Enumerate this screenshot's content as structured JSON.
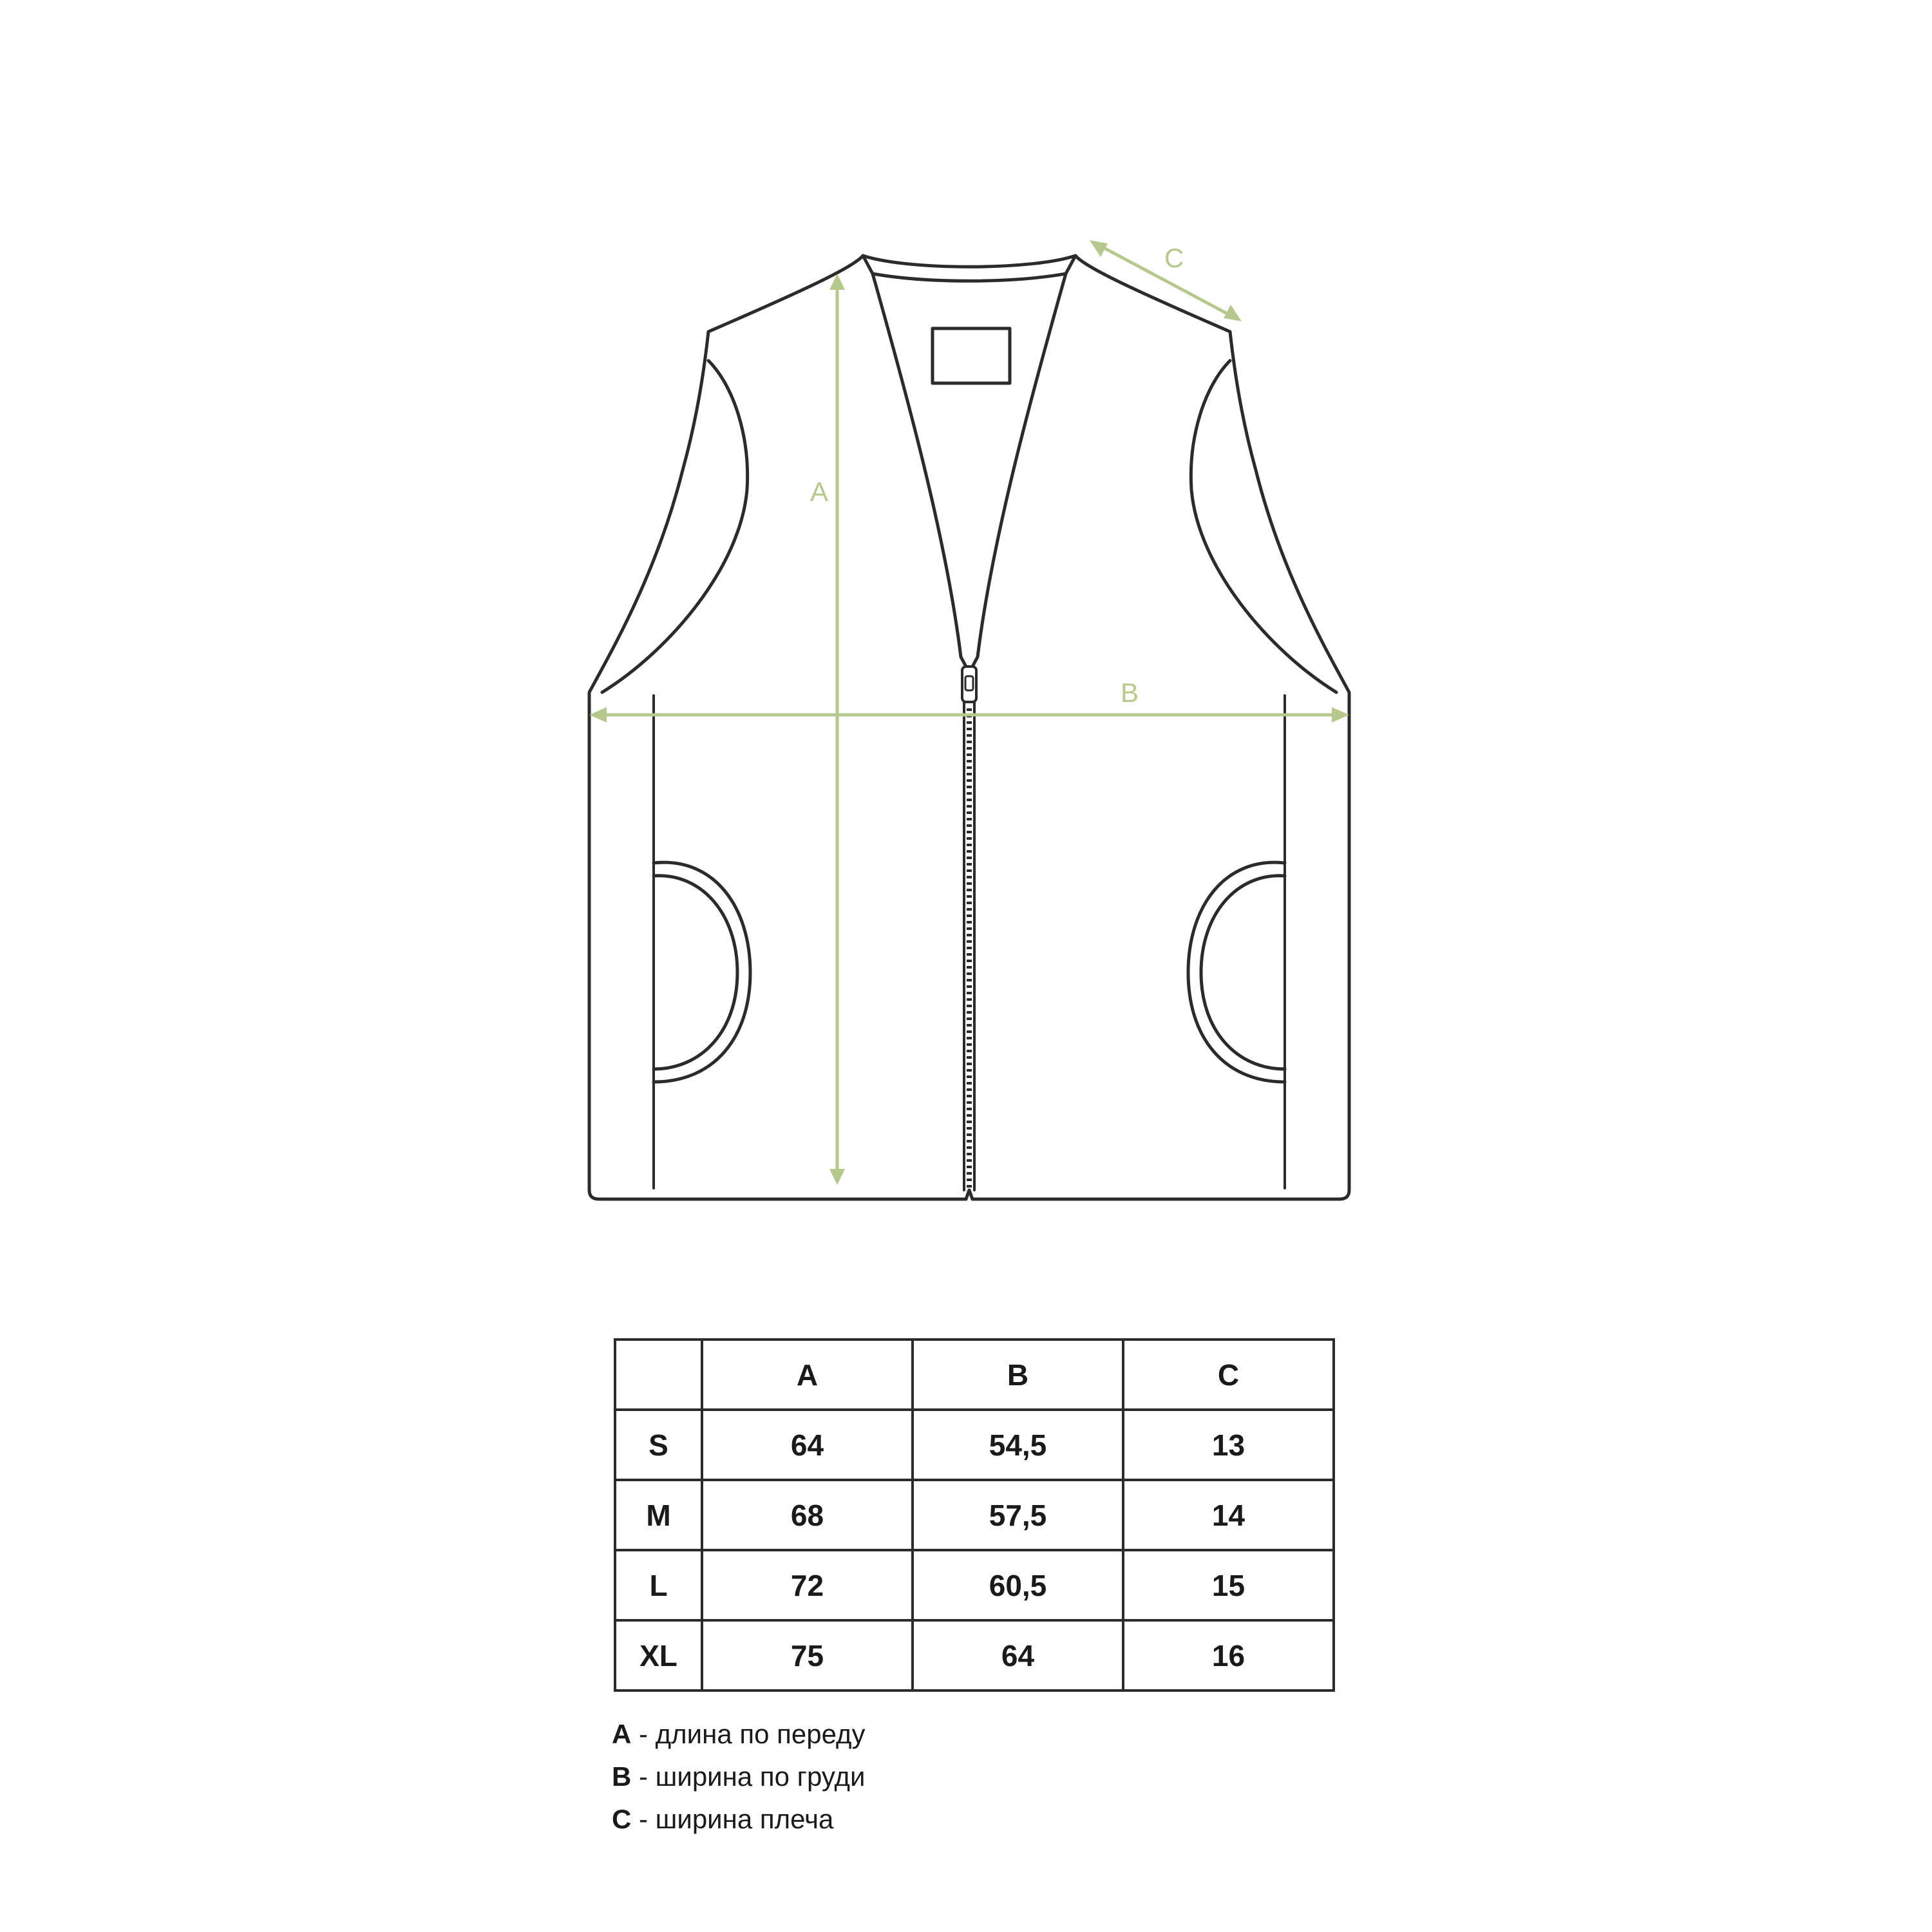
{
  "diagram": {
    "labels": {
      "a": "A",
      "b": "B",
      "c": "C"
    },
    "dimension_color": "#b6c98d",
    "outline_color": "#2b2b2b"
  },
  "table": {
    "headers": [
      "",
      "A",
      "B",
      "C"
    ],
    "rows": [
      {
        "size": "S",
        "a": "64",
        "b": "54,5",
        "c": "13"
      },
      {
        "size": "M",
        "a": "68",
        "b": "57,5",
        "c": "14"
      },
      {
        "size": "L",
        "a": "72",
        "b": "60,5",
        "c": "15"
      },
      {
        "size": "XL",
        "a": "75",
        "b": "64",
        "c": "16"
      }
    ]
  },
  "legend": [
    {
      "key": "A",
      "text": " - длина по переду"
    },
    {
      "key": "B",
      "text": " - ширина по груди"
    },
    {
      "key": "C",
      "text": " - ширина плеча"
    }
  ]
}
